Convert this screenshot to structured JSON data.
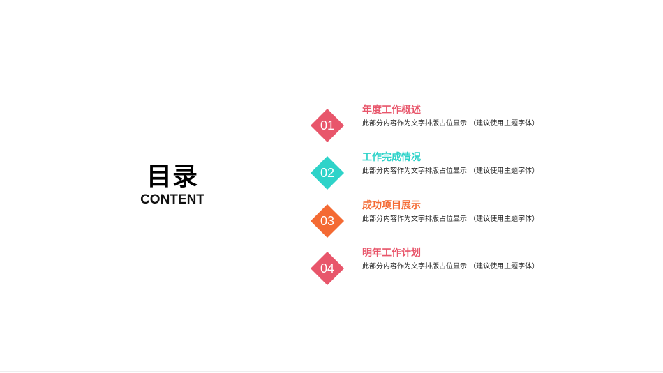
{
  "slide": {
    "title_cn": "目录",
    "title_en": "CONTENT"
  },
  "colors": {
    "red": "#E8566B",
    "teal": "#2ED3C9",
    "orange": "#F46A33",
    "pink": "#E8566B"
  },
  "items": [
    {
      "number": "01",
      "title": "年度工作概述",
      "desc": "此部分内容作为文字排版占位显示 （建议使用主题字体）",
      "color": "#E8566B"
    },
    {
      "number": "02",
      "title": "工作完成情况",
      "desc": "此部分内容作为文字排版占位显示 （建议使用主题字体）",
      "color": "#2ED3C9"
    },
    {
      "number": "03",
      "title": "成功项目展示",
      "desc": "此部分内容作为文字排版占位显示 （建议使用主题字体）",
      "color": "#F46A33"
    },
    {
      "number": "04",
      "title": "明年工作计划",
      "desc": "此部分内容作为文字排版占位显示 （建议使用主题字体）",
      "color": "#E8566B"
    }
  ]
}
